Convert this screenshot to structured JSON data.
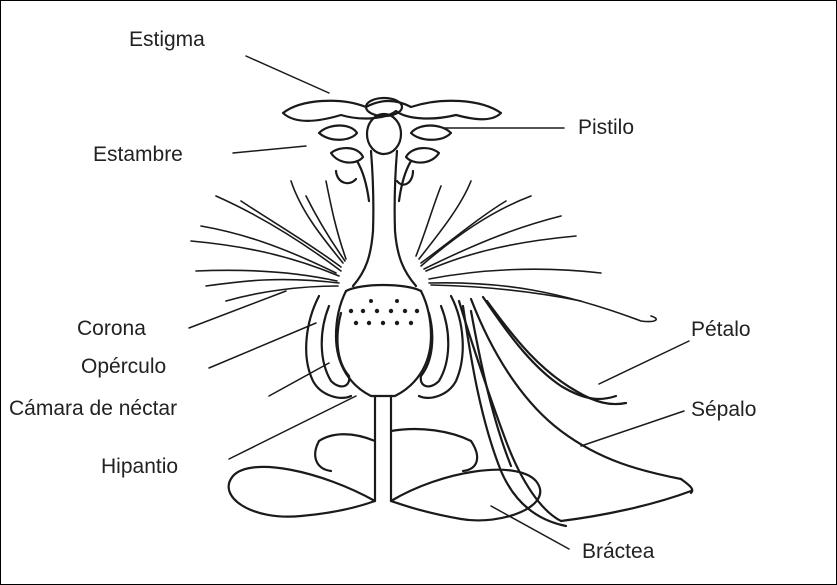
{
  "labels": {
    "estigma": "Estigma",
    "estambre": "Estambre",
    "pistilo": "Pistilo",
    "corona": "Corona",
    "operculo": "Opérculo",
    "camara": "Cámara de néctar",
    "hipantio": "Hipantio",
    "petalo": "Pétalo",
    "sepalo": "Sépalo",
    "bractea": "Bráctea"
  }
}
